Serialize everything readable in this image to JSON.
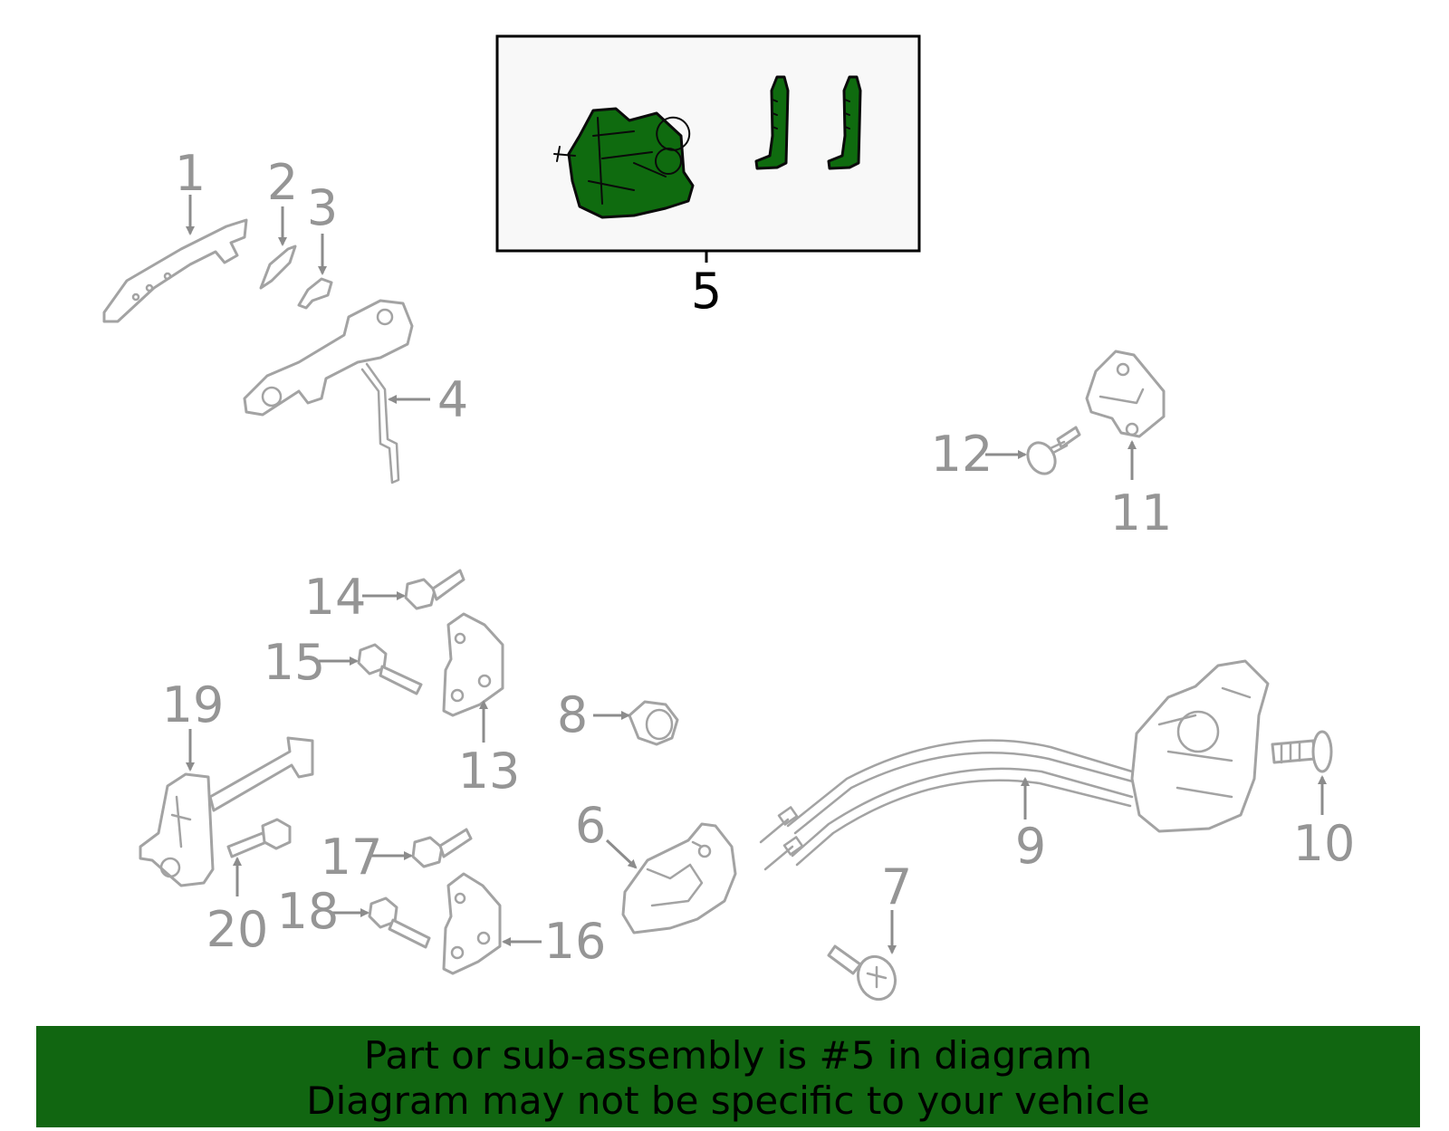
{
  "callouts": {
    "c1": "1",
    "c2": "2",
    "c3": "3",
    "c4": "4",
    "c5": "5",
    "c6": "6",
    "c7": "7",
    "c8": "8",
    "c9": "9",
    "c10": "10",
    "c11": "11",
    "c12": "12",
    "c13": "13",
    "c14": "14",
    "c15": "15",
    "c16": "16",
    "c17": "17",
    "c18": "18",
    "c19": "19",
    "c20": "20"
  },
  "banner": {
    "line1": "Part or sub-assembly is #5 in diagram",
    "line2": "Diagram may not be specific to your vehicle"
  },
  "colors": {
    "highlight": "#0f6b0f",
    "banner_bg": "#116611",
    "part_outline": "#a3a3a3",
    "callout_text": "#959595"
  }
}
